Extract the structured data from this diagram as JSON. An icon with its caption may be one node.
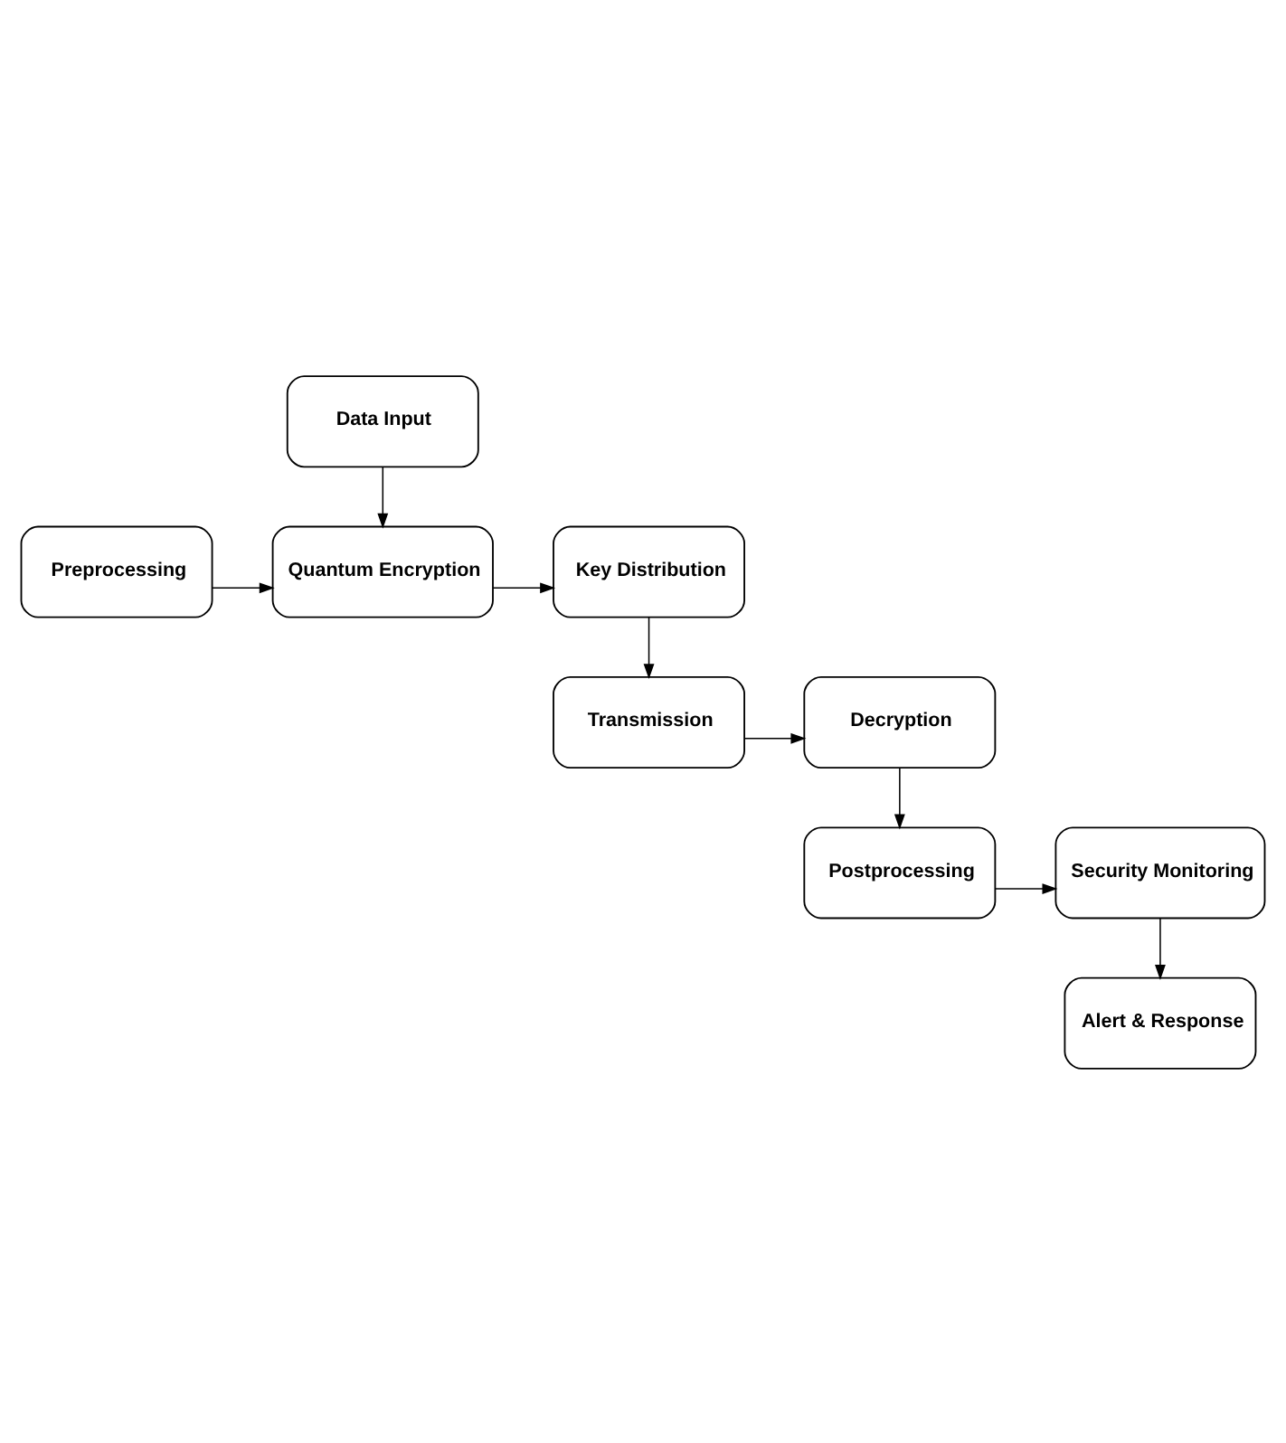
{
  "diagram": {
    "nodes": [
      {
        "text": [
          "Data Input"
        ]
      },
      {
        "text": [
          "Preprocessing"
        ]
      },
      {
        "text": [
          "Quantum Encryption"
        ]
      },
      {
        "text": [
          "Key Distribution"
        ]
      },
      {
        "text": [
          "Transmission"
        ]
      },
      {
        "text": [
          "Decryption"
        ]
      },
      {
        "text": [
          "Postprocessing"
        ]
      },
      {
        "text": [
          "Security Monitoring"
        ]
      },
      {
        "text": [
          "Alert & Response"
        ]
      }
    ],
    "edges": [
      {
        "from": 0,
        "to": 2,
        "arrow": "to"
      },
      {
        "from": 1,
        "to": 2,
        "arrow": "to"
      },
      {
        "from": 2,
        "to": 3,
        "arrow": "to"
      },
      {
        "from": 3,
        "to": 4,
        "arrow": "to"
      },
      {
        "from": 4,
        "to": 5,
        "arrow": "to"
      },
      {
        "from": 5,
        "to": 6,
        "arrow": "to"
      },
      {
        "from": 6,
        "to": 7,
        "arrow": "to"
      },
      {
        "from": 7,
        "to": 8,
        "arrow": "to"
      }
    ]
  }
}
